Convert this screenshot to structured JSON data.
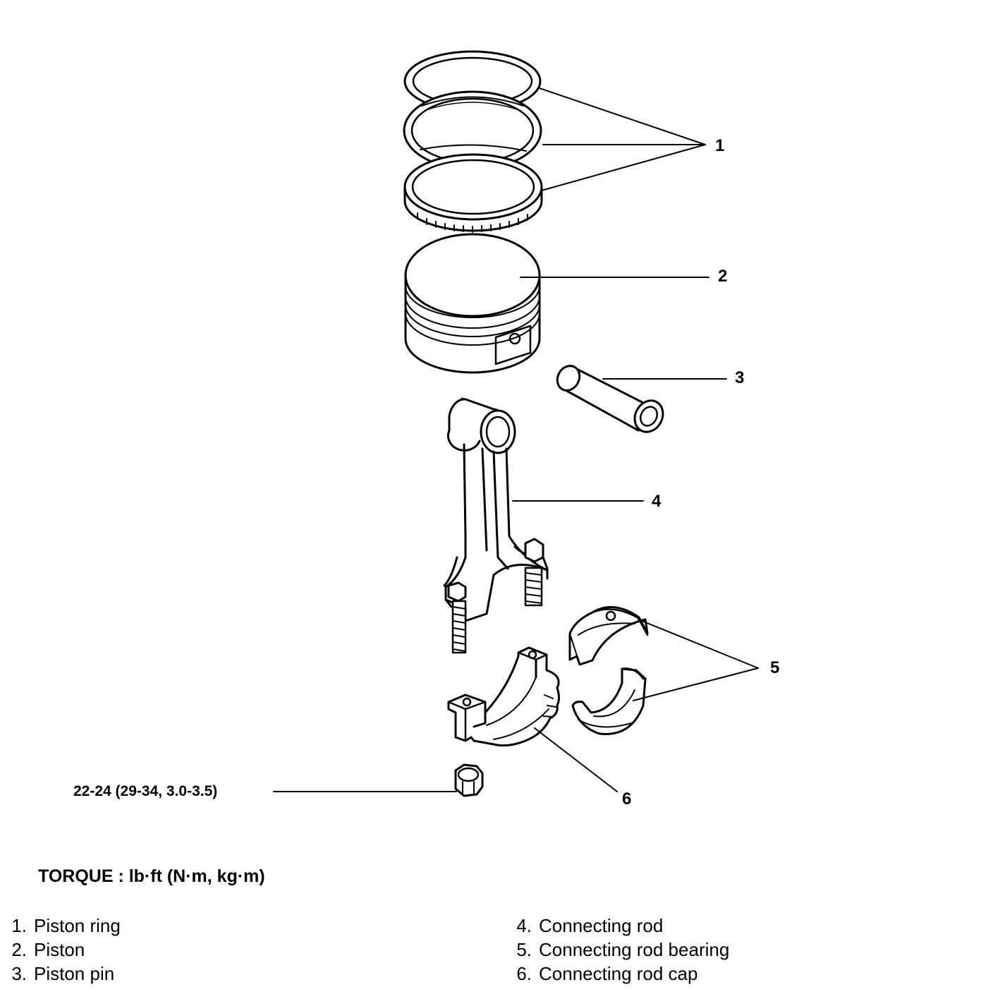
{
  "callouts": {
    "c1": "1",
    "c2": "2",
    "c3": "3",
    "c4": "4",
    "c5": "5",
    "c6": "6"
  },
  "torque_spec": "22-24 (29-34, 3.0-3.5)",
  "torque_legend": "TORQUE : lb·ft (N·m, kg·m)",
  "legend": {
    "left": [
      {
        "num": "1.",
        "label": "Piston ring"
      },
      {
        "num": "2.",
        "label": "Piston"
      },
      {
        "num": "3.",
        "label": "Piston pin"
      }
    ],
    "right": [
      {
        "num": "4.",
        "label": "Connecting rod"
      },
      {
        "num": "5.",
        "label": "Connecting rod bearing"
      },
      {
        "num": "6.",
        "label": "Connecting rod cap"
      }
    ]
  }
}
